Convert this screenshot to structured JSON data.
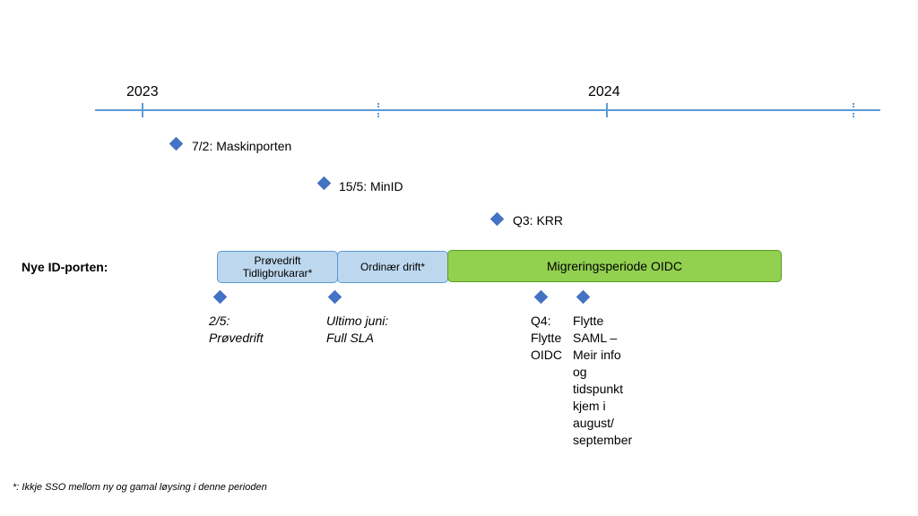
{
  "timeline": {
    "years": [
      "2023",
      "2024"
    ],
    "milestones": [
      {
        "label": "7/2: Maskinporten"
      },
      {
        "label": "15/5: MinID"
      },
      {
        "label": "Q3: KRR"
      }
    ]
  },
  "row": {
    "label": "Nye ID-porten:",
    "phases": [
      {
        "label": "Prøvedrift\nTidligbrukarar*",
        "color": "#bdd7ee"
      },
      {
        "label": "Ordinær drift*",
        "color": "#bdd7ee"
      },
      {
        "label": "Migreringsperiode OIDC",
        "color": "#92d050"
      }
    ],
    "events": [
      {
        "label": "2/5:\nPrøvedrift"
      },
      {
        "label": "Ultimo juni:\nFull SLA"
      },
      {
        "label": "Q4:\nFlytte\nOIDC"
      },
      {
        "label": "Flytte\nSAML –\nMeir info\nog\ntidspunkt\nkjem i\naugust/\nseptember"
      }
    ]
  },
  "footnote": "*:  Ikkje SSO mellom ny og gamal løysing i denne perioden",
  "colors": {
    "timeline": "#5b9bd5",
    "diamond": "#4472c4",
    "phase_blue": "#bdd7ee",
    "phase_green": "#92d050"
  }
}
